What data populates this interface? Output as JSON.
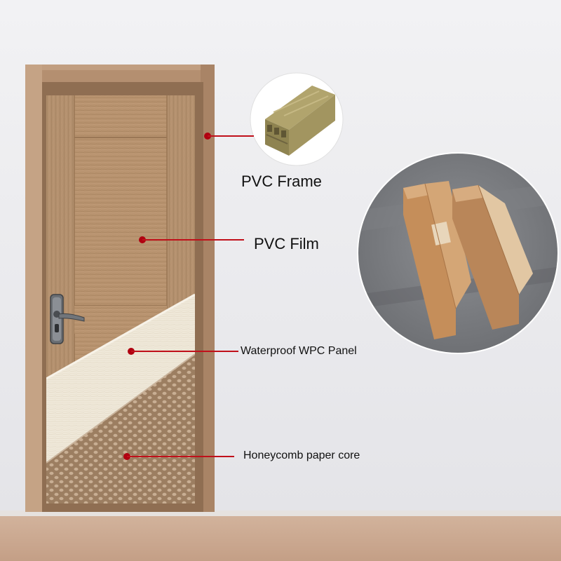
{
  "labels": {
    "pvc_frame": "PVC Frame",
    "pvc_film": "PVC Film",
    "wpc_panel": "Waterproof WPC Panel",
    "honeycomb_core": "Honeycomb paper core"
  },
  "colors": {
    "wall": "#ececef",
    "floor": "#c9a892",
    "frame": "#b48f70",
    "door_wood": "#b5916f",
    "wpc_panel": "#eee6d6",
    "honeycomb": "#a48668",
    "callout_line": "#c0101a",
    "callout_dot": "#b00010"
  },
  "icons": {
    "frame_profile": "pvc-frame-profile-image",
    "panel_samples": "wpc-panel-samples-image",
    "handle": "door-handle-icon"
  }
}
